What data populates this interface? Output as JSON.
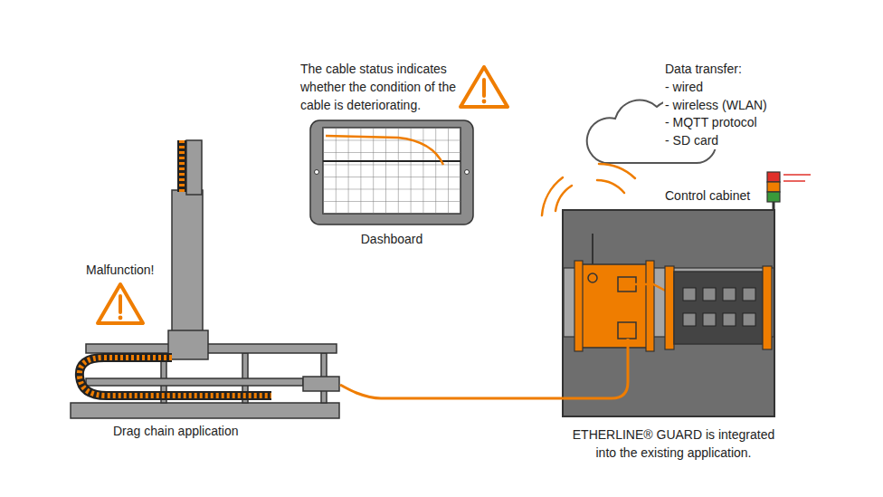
{
  "diagram": {
    "nodes": [
      {
        "text": [
          "Drag chain application"
        ]
      },
      {
        "text": [
          "Dashboard"
        ]
      },
      {
        "text": [
          "Control cabinet",
          "ETHERLINE® GUARD is integrated into the existing application."
        ]
      }
    ],
    "edges": [
      {
        "from": 0,
        "to": 2,
        "arrow": "none"
      }
    ],
    "labels": [
      "Malfunction!",
      "The cable status indicates whether the condition of the cable is deteriorating.",
      "Data transfer:",
      "- wired",
      "- wireless (WLAN)",
      "- MQTT protocol",
      "- SD card"
    ]
  }
}
